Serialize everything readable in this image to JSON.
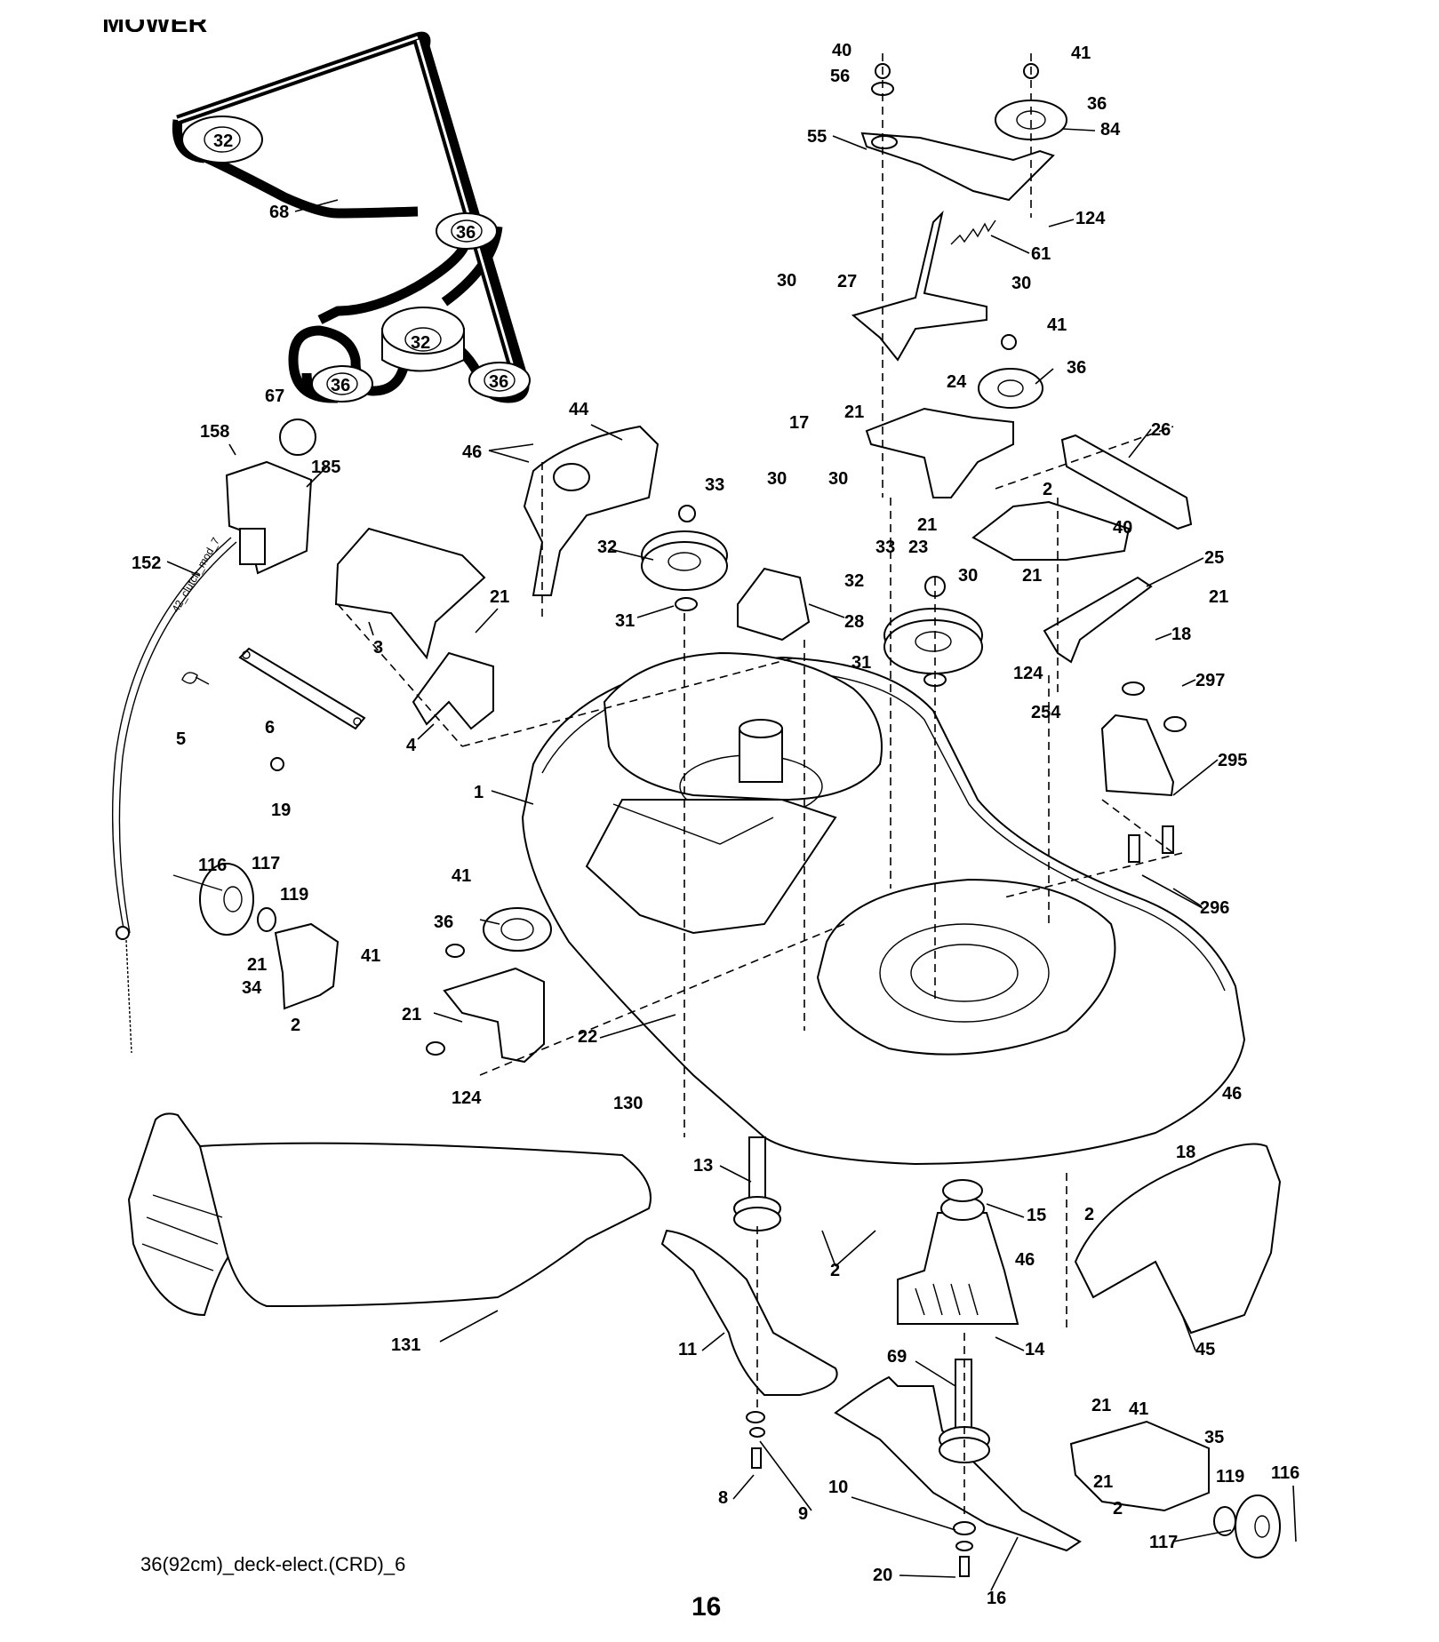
{
  "header": {
    "section_title": "MOWER"
  },
  "caption": "36(92cm)_deck-elect.(CRD)_6",
  "page_number": "16",
  "cable_text": "42_clutch_mod_7",
  "callouts": [
    {
      "text": "32"
    },
    {
      "text": "36"
    },
    {
      "text": "32"
    },
    {
      "text": "36"
    },
    {
      "text": "36"
    },
    {
      "text": "68"
    },
    {
      "text": "67"
    },
    {
      "text": "158"
    },
    {
      "text": "185"
    },
    {
      "text": "152"
    },
    {
      "text": "44"
    },
    {
      "text": "46"
    },
    {
      "text": "3"
    },
    {
      "text": "21"
    },
    {
      "text": "5"
    },
    {
      "text": "6"
    },
    {
      "text": "4"
    },
    {
      "text": "19"
    },
    {
      "text": "1"
    },
    {
      "text": "116"
    },
    {
      "text": "117"
    },
    {
      "text": "119"
    },
    {
      "text": "21"
    },
    {
      "text": "41"
    },
    {
      "text": "34"
    },
    {
      "text": "2"
    },
    {
      "text": "41"
    },
    {
      "text": "36"
    },
    {
      "text": "21"
    },
    {
      "text": "22"
    },
    {
      "text": "124"
    },
    {
      "text": "130"
    },
    {
      "text": "33"
    },
    {
      "text": "32"
    },
    {
      "text": "31"
    },
    {
      "text": "30"
    },
    {
      "text": "30"
    },
    {
      "text": "28"
    },
    {
      "text": "40"
    },
    {
      "text": "56"
    },
    {
      "text": "55"
    },
    {
      "text": "41"
    },
    {
      "text": "36"
    },
    {
      "text": "84"
    },
    {
      "text": "124"
    },
    {
      "text": "61"
    },
    {
      "text": "30"
    },
    {
      "text": "27"
    },
    {
      "text": "30"
    },
    {
      "text": "17"
    },
    {
      "text": "21"
    },
    {
      "text": "24"
    },
    {
      "text": "41"
    },
    {
      "text": "36"
    },
    {
      "text": "26"
    },
    {
      "text": "2"
    },
    {
      "text": "40"
    },
    {
      "text": "21"
    },
    {
      "text": "23"
    },
    {
      "text": "33"
    },
    {
      "text": "32"
    },
    {
      "text": "31"
    },
    {
      "text": "30"
    },
    {
      "text": "124"
    },
    {
      "text": "21"
    },
    {
      "text": "25"
    },
    {
      "text": "21"
    },
    {
      "text": "18"
    },
    {
      "text": "297"
    },
    {
      "text": "254"
    },
    {
      "text": "295"
    },
    {
      "text": "296"
    },
    {
      "text": "13"
    },
    {
      "text": "2"
    },
    {
      "text": "15"
    },
    {
      "text": "2"
    },
    {
      "text": "46"
    },
    {
      "text": "14"
    },
    {
      "text": "46"
    },
    {
      "text": "18"
    },
    {
      "text": "45"
    },
    {
      "text": "131"
    },
    {
      "text": "11"
    },
    {
      "text": "69"
    },
    {
      "text": "8"
    },
    {
      "text": "9"
    },
    {
      "text": "10"
    },
    {
      "text": "20"
    },
    {
      "text": "16"
    },
    {
      "text": "21"
    },
    {
      "text": "41"
    },
    {
      "text": "35"
    },
    {
      "text": "21"
    },
    {
      "text": "119"
    },
    {
      "text": "116"
    },
    {
      "text": "2"
    },
    {
      "text": "117"
    }
  ]
}
